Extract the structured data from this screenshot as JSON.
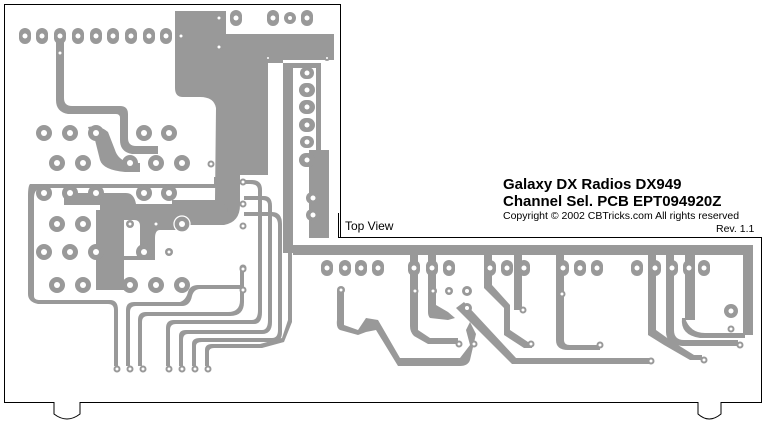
{
  "title_block": {
    "line1": "Galaxy DX Radios DX949",
    "line2": "Channel Sel. PCB  EPT094920Z",
    "copyright": "Copyright © 2002 CBTricks.com  All rights reserved",
    "revision": "Rev. 1.1"
  },
  "view_label": "Top View",
  "colors": {
    "copper": "#999999",
    "background": "#ffffff",
    "outline": "#000000"
  }
}
